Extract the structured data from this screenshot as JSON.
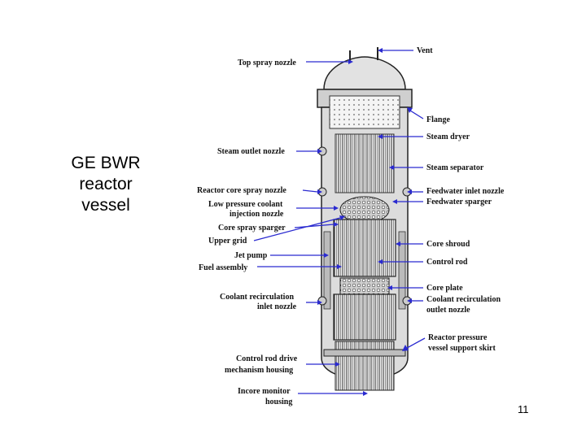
{
  "slide": {
    "title": "GE BWR\nreactor\nvessel",
    "page_number": "11"
  },
  "labels_left": {
    "top_spray_nozzle": "Top spray nozzle",
    "steam_outlet_nozzle": "Steam outlet nozzle",
    "reactor_core_spray_nozzle": "Reactor core spray nozzle",
    "low_pressure_coolant_1": "Low pressure coolant",
    "low_pressure_coolant_2": "injection nozzle",
    "core_spray_sparger": "Core spray sparger",
    "upper_grid": "Upper grid",
    "jet_pump": "Jet pump",
    "fuel_assembly": "Fuel assembly",
    "coolant_recirc_inlet_1": "Coolant recirculation",
    "coolant_recirc_inlet_2": "inlet nozzle",
    "crd_housing_1": "Control rod drive",
    "crd_housing_2": "mechanism housing",
    "incore_monitor_1": "Incore monitor",
    "incore_monitor_2": "housing"
  },
  "labels_right": {
    "vent": "Vent",
    "flange": "Flange",
    "steam_dryer": "Steam dryer",
    "steam_separator": "Steam separator",
    "feedwater_inlet_nozzle": "Feedwater inlet nozzle",
    "feedwater_sparger": "Feedwater sparger",
    "core_shroud": "Core shroud",
    "control_rod": "Control rod",
    "core_plate": "Core plate",
    "coolant_recirc_outlet_1": "Coolant recirculation",
    "coolant_recirc_outlet_2": "outlet nozzle",
    "rpv_support_skirt_1": "Reactor pressure",
    "rpv_support_skirt_2": "vessel support skirt"
  },
  "colors": {
    "leader": "#2a2ad0",
    "vessel_outline": "#222222",
    "vessel_fill": "#d9d9d9"
  }
}
